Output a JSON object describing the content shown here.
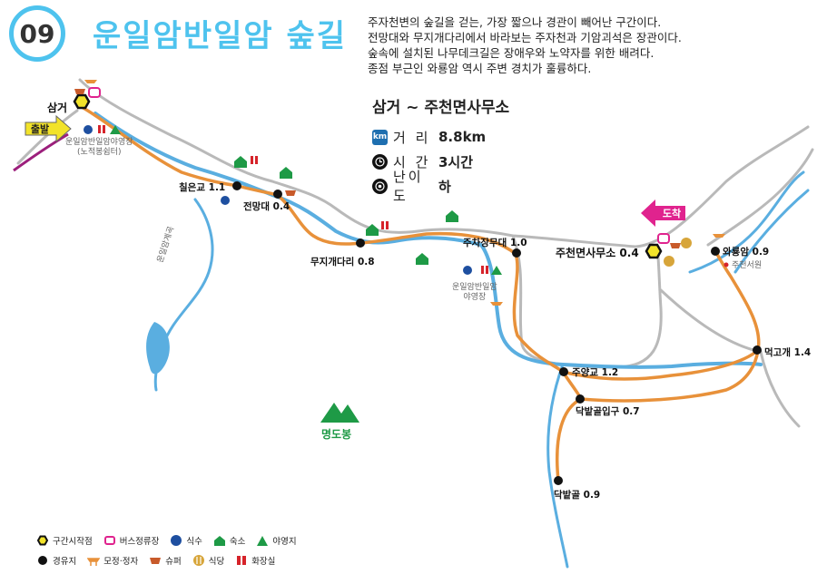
{
  "header": {
    "number": "09",
    "title": "운일암반일암 숲길"
  },
  "description": [
    "주자천변의 숲길을 걷는, 가장 짧으나 경관이 빼어난 구간이다.",
    "전망대와 무지개다리에서 바라보는 주자천과 기암괴석은 장관이다.",
    "숲속에 설치된 나무데크길은 장애우와 노약자를 위한 배려다.",
    "종점 부근인 와룡암 역시 주변 경치가 훌륭하다."
  ],
  "route_info": {
    "title": "삼거 ~ 주천면사무소",
    "distance_icon": "km",
    "distance_label": "거 리",
    "distance_value": "8.8km",
    "time_label": "시 간",
    "time_value": "3시간",
    "difficulty_label": "난이도",
    "difficulty_value": "하"
  },
  "map": {
    "start_tag": "출발",
    "end_tag": "도착",
    "start_name": "삼거",
    "end_name": "주천면사무소 0.4",
    "campsite_label": "운일암반일암야영장\n(노적봉쉼터)",
    "campsite2_label": "운일암반일암\n야영장",
    "stream_label": "운일암계곡",
    "mountain_name": "명도봉",
    "school_label": "주천서원",
    "waypoints": [
      {
        "name": "칠은교 1.1"
      },
      {
        "name": "전망대 0.4"
      },
      {
        "name": "무지개다리 0.8"
      },
      {
        "name": "주차장무대 1.0"
      },
      {
        "name": "와룡암 0.9"
      },
      {
        "name": "먹고개 1.4"
      },
      {
        "name": "주양교 1.2"
      },
      {
        "name": "닥밭골입구 0.7"
      },
      {
        "name": "닥밭골 0.9"
      }
    ],
    "colors": {
      "route": "#e8913a",
      "road": "#b9b9b9",
      "river": "#5aaee0",
      "accent": "#4ec3ee",
      "start_arrow": "#f2e32a",
      "end_arrow": "#e0238e",
      "lodging": "#1e9a46"
    }
  },
  "legend": {
    "row1": [
      {
        "icon": "section-start-icon",
        "label": "구간시작점"
      },
      {
        "icon": "bus-stop-icon",
        "label": "버스정류장"
      },
      {
        "icon": "water-icon",
        "label": "식수"
      },
      {
        "icon": "lodging-icon",
        "label": "숙소"
      },
      {
        "icon": "campsite-icon",
        "label": "야영지"
      }
    ],
    "row2": [
      {
        "icon": "waypoint-icon",
        "label": "경유지"
      },
      {
        "icon": "pavilion-icon",
        "label": "모정·정자"
      },
      {
        "icon": "store-icon",
        "label": "슈퍼"
      },
      {
        "icon": "restaurant-icon",
        "label": "식당"
      },
      {
        "icon": "restroom-icon",
        "label": "화장실"
      }
    ]
  }
}
